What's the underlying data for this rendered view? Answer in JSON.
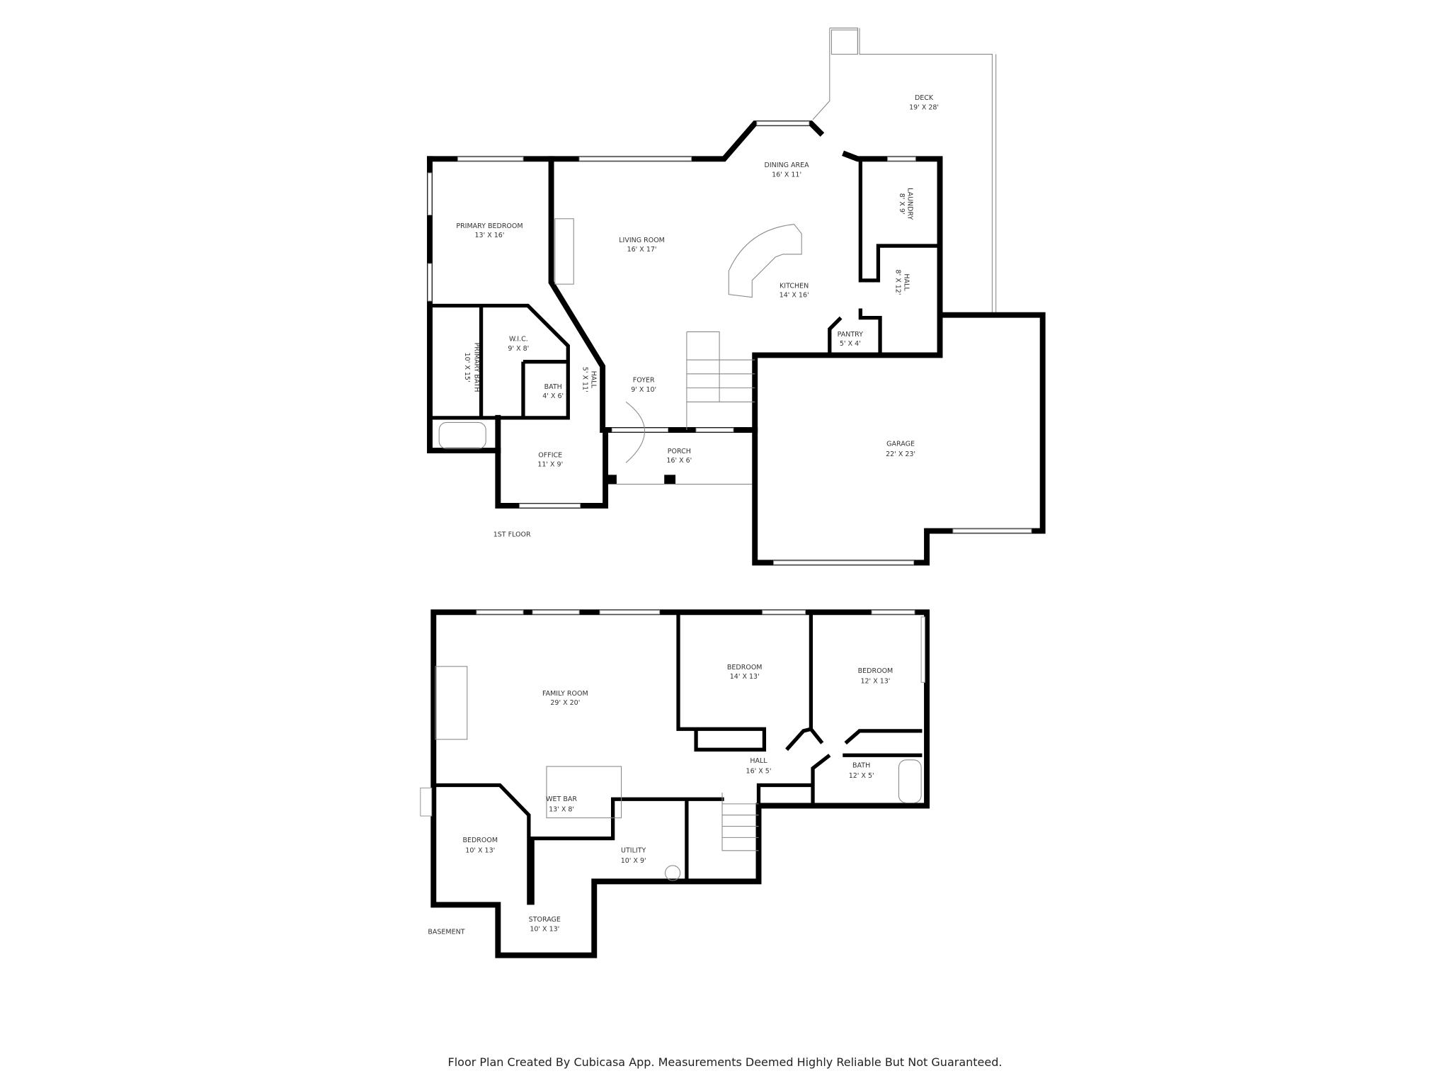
{
  "first_floor": {
    "label": "1ST FLOOR",
    "rooms": [
      {
        "name": "DECK",
        "size": "19' X 28'"
      },
      {
        "name": "DINING AREA",
        "size": "16' X 11'"
      },
      {
        "name": "LAUNDRY",
        "size": "8' X 9'"
      },
      {
        "name": "PRIMARY BEDROOM",
        "size": "13' X 16'"
      },
      {
        "name": "LIVING ROOM",
        "size": "16' X 17'"
      },
      {
        "name": "KITCHEN",
        "size": "14' X 16'"
      },
      {
        "name": "HALL",
        "size": "8' X 12'"
      },
      {
        "name": "PANTRY",
        "size": "5' X 4'"
      },
      {
        "name": "W.I.C.",
        "size": "9' X 8'"
      },
      {
        "name": "PRIMARY BATH",
        "size": "10' X 15'"
      },
      {
        "name": "BATH",
        "size": "4' X 6'"
      },
      {
        "name": "HALL",
        "size": "5' X 11'"
      },
      {
        "name": "FOYER",
        "size": "9' X 10'"
      },
      {
        "name": "GARAGE",
        "size": "22' X 23'"
      },
      {
        "name": "PORCH",
        "size": "16' X 6'"
      },
      {
        "name": "OFFICE",
        "size": "11' X 9'"
      }
    ]
  },
  "basement": {
    "label": "BASEMENT",
    "rooms": [
      {
        "name": "FAMILY ROOM",
        "size": "29' X 20'"
      },
      {
        "name": "BEDROOM",
        "size": "14' X 13'"
      },
      {
        "name": "BEDROOM",
        "size": "12' X 13'"
      },
      {
        "name": "HALL",
        "size": "16' X 5'"
      },
      {
        "name": "BATH",
        "size": "12' X 5'"
      },
      {
        "name": "WET BAR",
        "size": "13' X 8'"
      },
      {
        "name": "BEDROOM",
        "size": "10' X 13'"
      },
      {
        "name": "UTILITY",
        "size": "10' X 9'"
      },
      {
        "name": "STORAGE",
        "size": "10' X 13'"
      }
    ]
  },
  "footer": "Floor Plan Created By Cubicasa App. Measurements Deemed Highly Reliable But Not Guaranteed.",
  "colors": {
    "walls": "#000000",
    "background": "#ffffff",
    "fixtures": "#888888"
  }
}
